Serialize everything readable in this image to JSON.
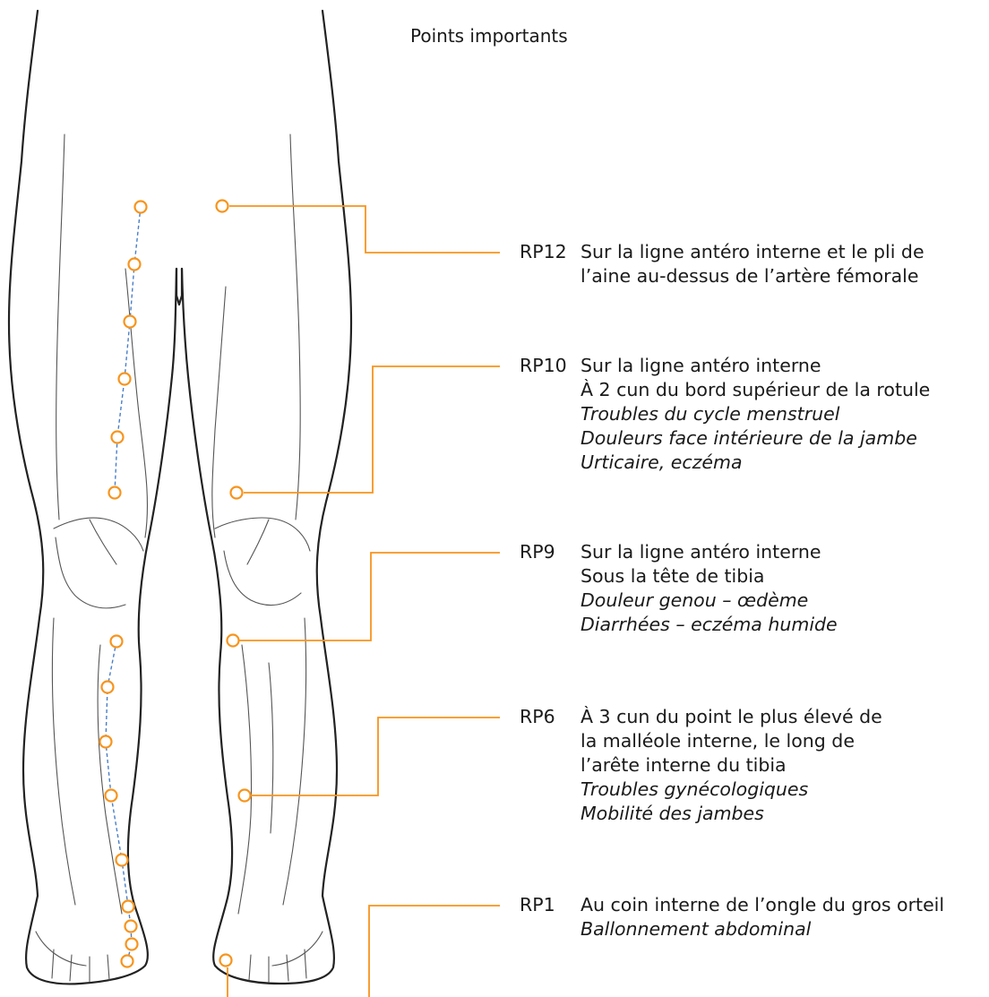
{
  "title": "Points importants",
  "points": [
    {
      "code": "RP12",
      "lines": [
        {
          "text": "Sur la ligne antéro interne et le pli de",
          "italic": false
        },
        {
          "text": "l’aine au-dessus de l’artère fémorale",
          "italic": false
        }
      ]
    },
    {
      "code": "RP10",
      "lines": [
        {
          "text": "Sur la ligne antéro interne",
          "italic": false
        },
        {
          "text": "À 2 cun du bord supérieur de la rotule",
          "italic": false
        },
        {
          "text": "Troubles du cycle menstruel",
          "italic": true
        },
        {
          "text": "Douleurs face intérieure de la jambe",
          "italic": true
        },
        {
          "text": "Urticaire, eczéma",
          "italic": true
        }
      ]
    },
    {
      "code": "RP9",
      "lines": [
        {
          "text": "Sur la ligne antéro interne",
          "italic": false
        },
        {
          "text": "Sous la tête de tibia",
          "italic": false
        },
        {
          "text": "Douleur genou – œdème",
          "italic": true
        },
        {
          "text": "Diarrhées – eczéma humide",
          "italic": true
        }
      ]
    },
    {
      "code": "RP6",
      "lines": [
        {
          "text": "À 3 cun du point le plus élevé de",
          "italic": false
        },
        {
          "text": "la malléole interne, le long de",
          "italic": false
        },
        {
          "text": "l’arête interne du tibia",
          "italic": false
        },
        {
          "text": "Troubles gynécologiques",
          "italic": true
        },
        {
          "text": "Mobilité des jambes",
          "italic": true
        }
      ]
    },
    {
      "code": "RP1",
      "lines": [
        {
          "text": "Au coin interne de l’ongle du gros orteil",
          "italic": false
        },
        {
          "text": "Ballonnement abdominal",
          "italic": true
        }
      ]
    }
  ],
  "colors": {
    "accent": "#f7941d",
    "meridian": "#4a7fc8",
    "outline": "#222222",
    "inner": "#555555"
  }
}
